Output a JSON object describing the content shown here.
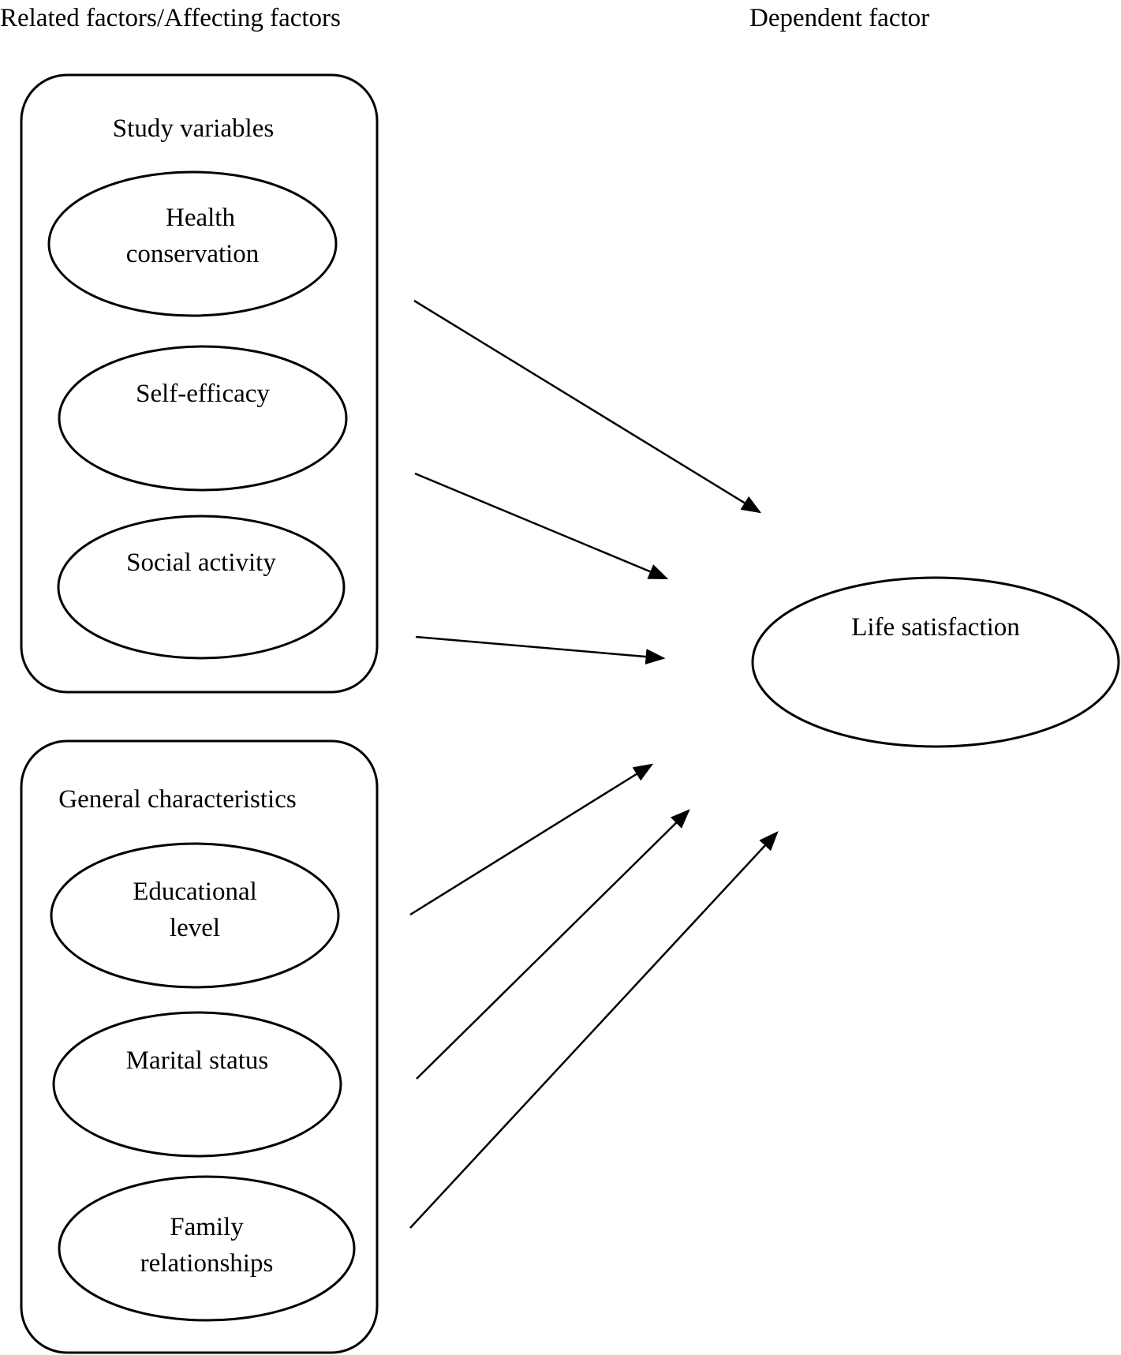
{
  "headers": {
    "left": "Related factors/Affecting factors",
    "right": "Dependent factor"
  },
  "groups": [
    {
      "title": "Study variables",
      "factors": [
        {
          "lines": [
            "Health",
            "conservation"
          ]
        },
        {
          "lines": [
            "Self-efficacy"
          ]
        },
        {
          "lines": [
            "Social activity"
          ]
        }
      ]
    },
    {
      "title": "General characteristics",
      "factors": [
        {
          "lines": [
            "Educational",
            "level"
          ]
        },
        {
          "lines": [
            "Marital status"
          ]
        },
        {
          "lines": [
            "Family",
            "relationships"
          ]
        }
      ]
    }
  ],
  "dependent": {
    "label": "Life satisfaction"
  }
}
